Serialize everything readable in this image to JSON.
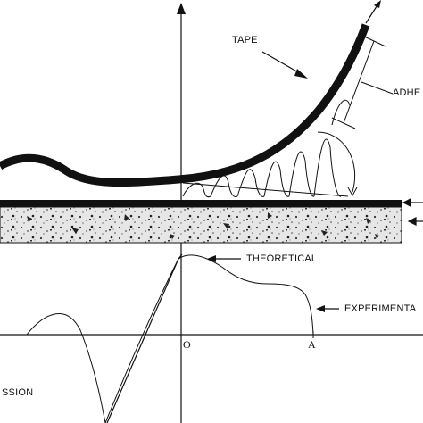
{
  "labels": {
    "tape": "TAPE",
    "adhesive": "ADHE",
    "theoretical": "THEORETICAL",
    "experimental": "EXPERIMENTA",
    "origin": "O",
    "point_a": "A",
    "compression": "SSION"
  },
  "colors": {
    "ink": "#111111",
    "substrate_speckle": "#222222",
    "background": "#ffffff"
  }
}
